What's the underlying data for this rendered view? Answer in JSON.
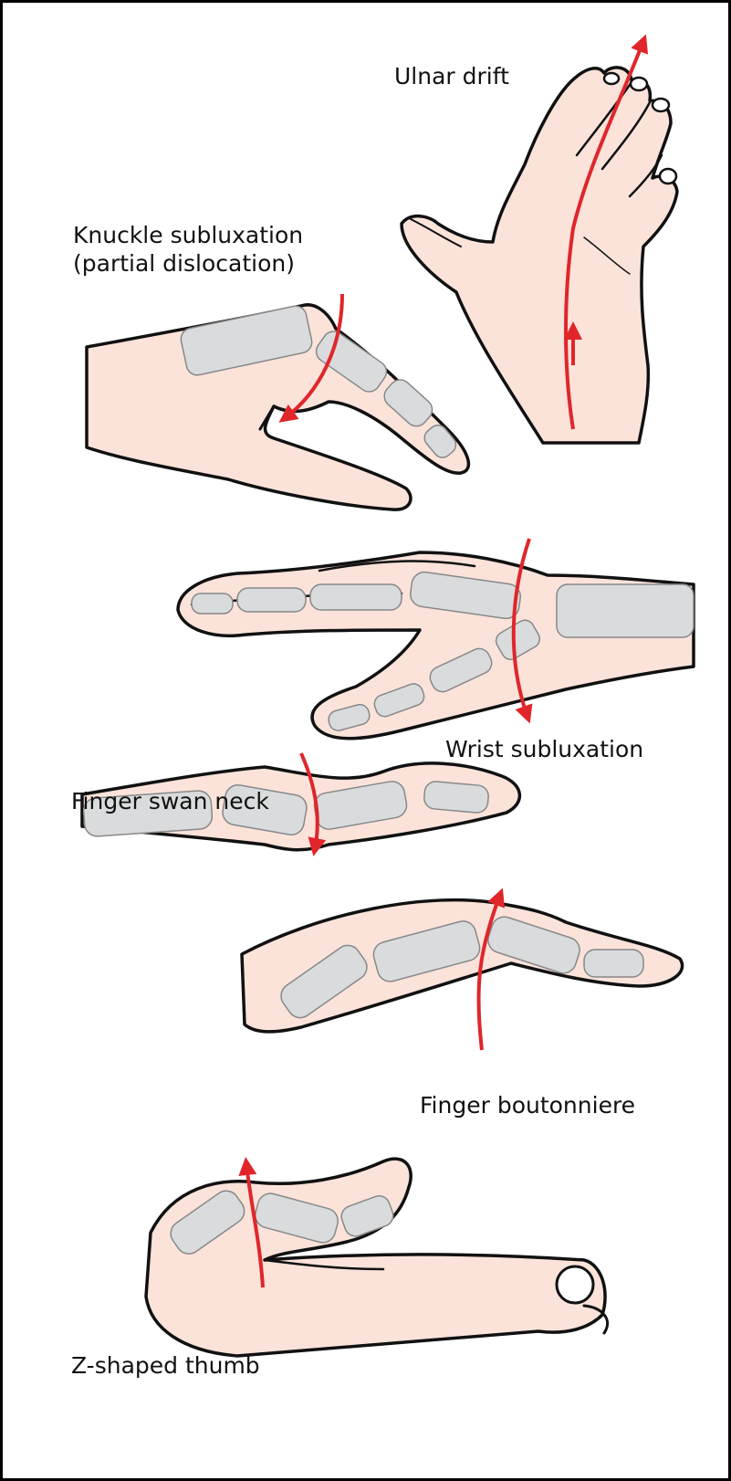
{
  "labels": {
    "ulnar_drift": "Ulnar drift",
    "knuckle_line1": "Knuckle subluxation",
    "knuckle_line2": "(partial dislocation)",
    "wrist": "Wrist subluxation",
    "swan_neck": "Finger swan neck",
    "boutonniere": "Finger boutonniere",
    "z_thumb": "Z-shaped thumb"
  },
  "colors": {
    "skin": "#fbe3da",
    "bone": "#d9dbdc",
    "bone_shadow": "#bfc2c3",
    "outline": "#111111",
    "arrow": "#e0262b",
    "border": "#000000"
  }
}
